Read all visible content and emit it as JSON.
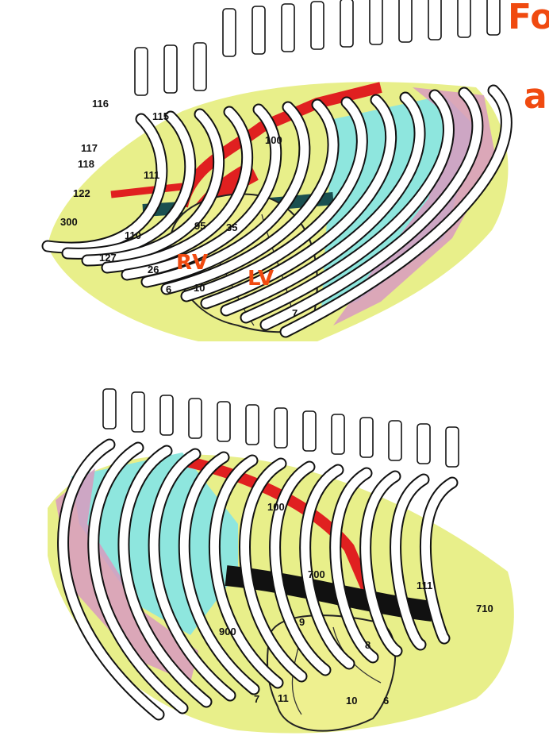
{
  "colors": {
    "lung": "#e8ef8a",
    "cyan": "#8ee6de",
    "pink": "#d89ac0",
    "artery": "#e02020",
    "vein": "#111111",
    "annotation": "#f04a10"
  },
  "annotation_partial": {
    "line1": "Fo",
    "line2": "a"
  },
  "top_view": {
    "labels": [
      "116",
      "115",
      "117",
      "118",
      "111",
      "122",
      "300",
      "110",
      "127",
      "26",
      "6",
      "10",
      "95",
      "35",
      "7",
      "100"
    ],
    "handwritten": {
      "rv": "RV",
      "lv": "LV"
    }
  },
  "bottom_view": {
    "labels": [
      "100",
      "700",
      "111",
      "710",
      "900",
      "9",
      "8",
      "7",
      "11",
      "10",
      "6"
    ]
  }
}
